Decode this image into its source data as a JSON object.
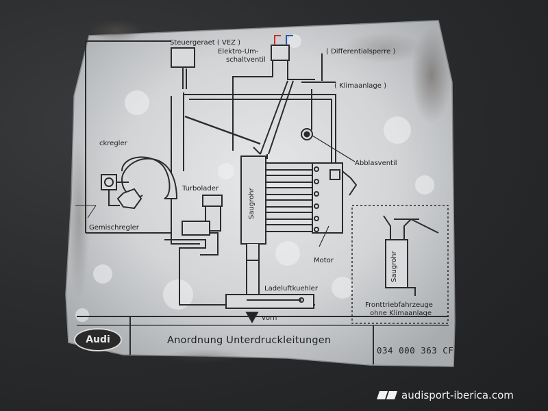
{
  "plate": {
    "labels": {
      "steuergeraet": "Steuergeraet ( VEZ )",
      "elektro_1": "Elektro-Um-",
      "elektro_2": "schaltventil",
      "differential": "( Differentialsperre )",
      "klima": "( Klimaanlage )",
      "druckregler": "ckregler",
      "abblas": "Abblasventil",
      "turbolader": "Turbolader",
      "gemisch": "Gemischregler",
      "saugrohr": "Saugrohr",
      "motor": "Motor",
      "ladeluft": "Ladeluftkuehler",
      "vorn": "vorn",
      "saugrohr2": "Saugrohr",
      "front_1": "Fronttriebfahrzeuge",
      "front_2": "ohne Klimaanlage"
    },
    "logo_text": "Audi",
    "title": "Anordnung Unterdruckleitungen",
    "part_number": "034 000 363 CF"
  },
  "watermark": {
    "text": "audisport-iberica.com"
  }
}
